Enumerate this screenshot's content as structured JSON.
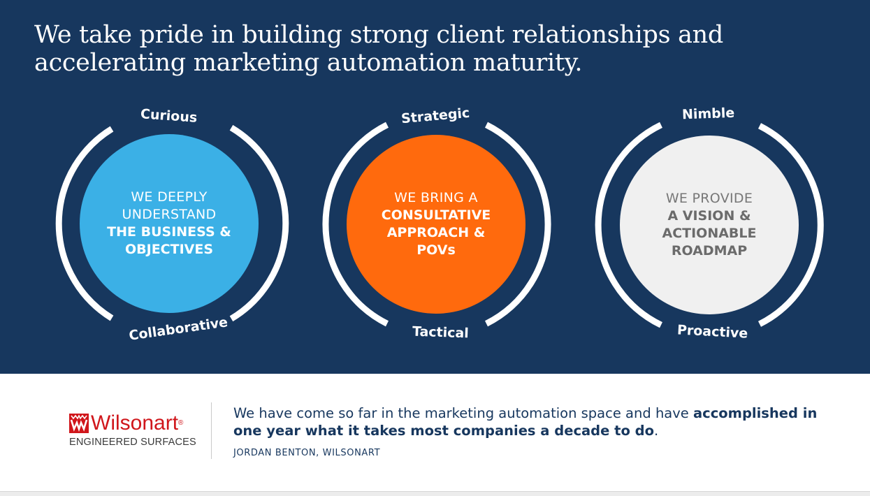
{
  "headline": {
    "line1": "We take pride in building strong client relationships and",
    "line2": "accelerating marketing automation maturity."
  },
  "pillars": [
    {
      "top_word": "Curious",
      "bottom_word": "Collaborative",
      "text_light": [
        "WE DEEPLY",
        "UNDERSTAND"
      ],
      "text_bold": [
        "THE BUSINESS &",
        "OBJECTIVES"
      ],
      "color": "#3bb0e6"
    },
    {
      "top_word": "Strategic",
      "bottom_word": "Tactical",
      "text_light": [
        "WE BRING A"
      ],
      "text_bold": [
        "CONSULTATIVE",
        "APPROACH &",
        "POVs"
      ],
      "color": "#ff6a0d"
    },
    {
      "top_word": "Nimble",
      "bottom_word": "Proactive",
      "text_light": [
        "WE PROVIDE"
      ],
      "text_bold": [
        "A VISION &",
        "ACTIONABLE",
        "ROADMAP"
      ],
      "color": "#f0f0f0"
    }
  ],
  "testimonial": {
    "logo": {
      "name": "Wilsonart",
      "registered": "®",
      "tagline": "ENGINEERED SURFACES",
      "icon": "wilsonart-crown-icon",
      "color": "#d0161b"
    },
    "quote_plain": "We have come so far in the marketing automation space and have ",
    "quote_bold": "accomplished in one year what it takes most companies a decade to do",
    "quote_end": ".",
    "attribution": "JORDAN BENTON, WILSONART"
  },
  "colors": {
    "background": "#17375e",
    "ring": "#ffffff",
    "text_dark": "#17375e"
  }
}
